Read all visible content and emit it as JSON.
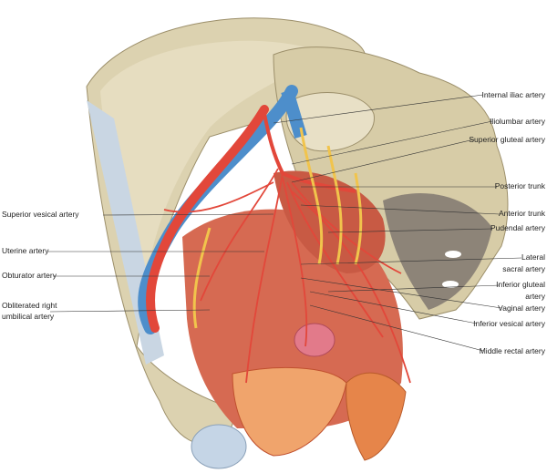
{
  "colors": {
    "bone": "#dcd2b0",
    "bone_dark": "#b7aa84",
    "muscle": "#d66a52",
    "artery": "#e2473a",
    "vein": "#4d8ecb",
    "nerve": "#f1c44c",
    "sacrum_shadow": "#8d8478",
    "ligament": "#c9d6e3"
  },
  "labels_right": {
    "internal_iliac": "Internal iliac artery",
    "iliolumbar": "Iliolumbar artery",
    "superior_gluteal": "Superior gluteal artery",
    "posterior_trunk": "Posterior trunk",
    "anterior_trunk": "Anterior trunk",
    "pudendal": "Pudendal artery",
    "lateral_sacral_1": "Lateral",
    "lateral_sacral_2": "sacral artery",
    "inferior_gluteal_1": "Inferior gluteal",
    "inferior_gluteal_2": "artery",
    "vaginal": "Vaginal artery",
    "inferior_vesical": "Inferior vesical artery",
    "middle_rectal": "Middle rectal artery"
  },
  "labels_left": {
    "superior_vesical": "Superior vesical artery",
    "uterine": "Uterine artery",
    "obturator": "Obturator artery",
    "obliterated_1": "Obliterated right",
    "obliterated_2": "umbilical artery"
  }
}
